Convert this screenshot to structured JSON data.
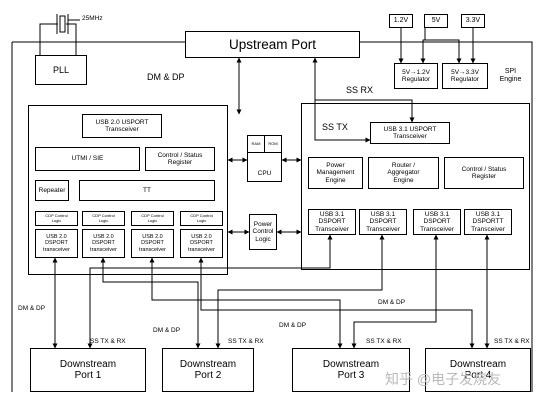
{
  "crystal": {
    "label": "25MHz"
  },
  "blocks": {
    "pll": "PLL",
    "upstream_port": "Upstream Port",
    "v12": "1.2V",
    "v5": "5V",
    "v33": "3.3V",
    "reg_5_12": "5V→1.2V\nRegulator",
    "reg_5_33": "5V→3.3V\nRegulator",
    "spi_engine": "SPI\nEngine",
    "usb20_usport": "USB 2.0 USPORT\nTransceiver",
    "utmi_sie": "UTMI / SIE",
    "ctrl_status_left": "Control / Status\nRegister",
    "repeater": "Repeater",
    "tt": "TT",
    "ram": "RAM",
    "rom": "ROM",
    "cpu": "CPU",
    "power_control": "Power\nControl\nLogic",
    "usb31_usport": "USB 3.1 USPORT\nTransceiver",
    "power_mgmt": "Power\nManagement\nEngine",
    "router": "Router /\nAggregator\nEngine",
    "ctrl_status_right": "Control / Status\nRegister",
    "downstream_1": "Downstream\nPort 1",
    "downstream_2": "Downstream\nPort 2",
    "downstream_3": "Downstream\nPort 3",
    "downstream_4": "Downstream\nPort 4"
  },
  "cdp_logic": [
    "CDP Control\nLogic",
    "CDP Control\nLogic",
    "CDP Control\nLogic",
    "CDP Control\nLogic"
  ],
  "usb20_dsport": [
    "USB 2.0\nDSPORT\ntransceiver",
    "USB 2.0\nDSPORT\ntransceiver",
    "USB 2.0\nDSPORT\ntransceiver",
    "USB 2.0\nDSPORT\ntransceiver"
  ],
  "usb31_dsport": [
    "USB 3.1\nDSPORT\nTransceiver",
    "USB 3.1\nDSPORT\nTransceiver",
    "USB 3.1\nDSPORT\nTransceiver",
    "USB 3.1\nDSPORTT\nTransceiver"
  ],
  "labels": {
    "dm_dp_top": "DM & DP",
    "ss_rx": "SS RX",
    "ss_tx": "SS TX",
    "dm_dp_left": "DM & DP",
    "ss_txrx_1": "SS TX & RX",
    "dm_dp_mid1": "DM & DP",
    "ss_txrx_2": "SS TX & RX",
    "dm_dp_mid2": "DM & DP",
    "dm_dp_right": "DM & DP",
    "ss_txrx_3": "SS TX & RX",
    "ss_txrx_4": "SS TX & RX"
  },
  "watermark": "知乎 @电子发烧友"
}
